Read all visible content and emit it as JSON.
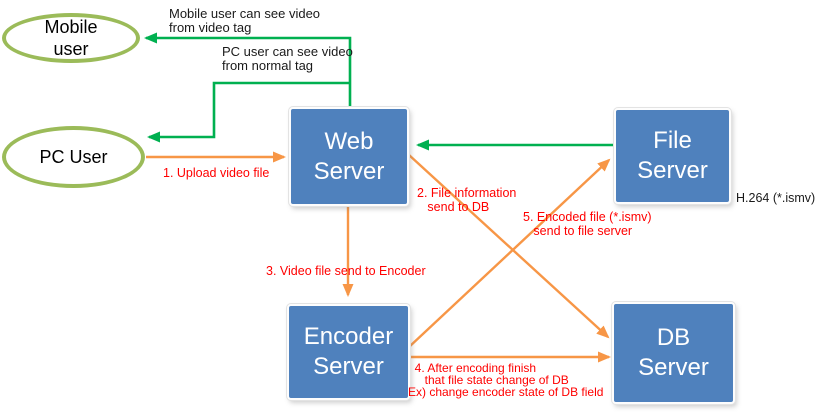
{
  "colors": {
    "box_blue": "#4f81bd",
    "box_text": "#ffffff",
    "ellipse_green": "#9bbb59",
    "arrow_green": "#00b050",
    "arrow_orange": "#f79646",
    "label_red": "#ff0000",
    "label_black": "#1a1a1a",
    "canvas_bg": "#ffffff"
  },
  "actors": {
    "mobile": {
      "label": "Mobile\nuser"
    },
    "pc": {
      "label": "PC User"
    }
  },
  "servers": {
    "web": {
      "label": "Web\nServer"
    },
    "file": {
      "label": "File\nServer"
    },
    "encoder": {
      "label": "Encoder\nServer"
    },
    "db": {
      "label": "DB\nServer"
    }
  },
  "annotations": {
    "mobile_note": "Mobile user can see video\nfrom video tag",
    "pc_note": "PC user can see video\nfrom normal tag",
    "codec_note": "H.264 (*.ismv)",
    "step1": "1. Upload video file",
    "step2": "2. File information\n   send to DB",
    "step3": "3. Video file send to Encoder",
    "step4": "  4. After encoding finish\n     that file state change of DB\nEx) change encoder state of DB field",
    "step5": "5. Encoded file (*.ismv)\n   send to file server"
  }
}
